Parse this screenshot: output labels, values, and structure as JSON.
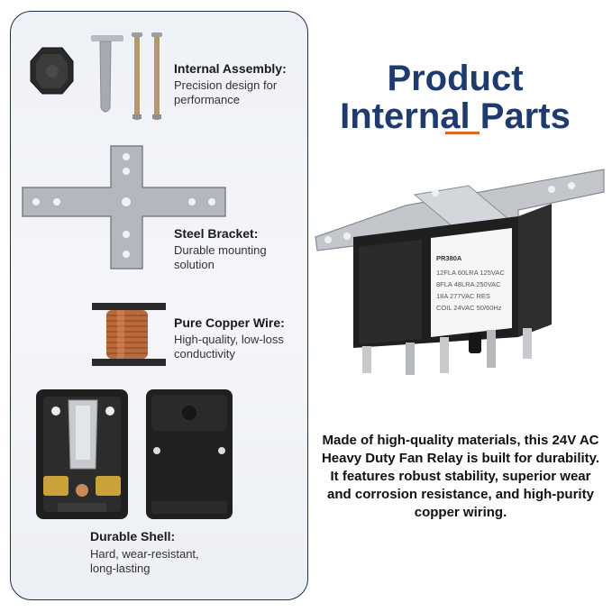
{
  "heading": {
    "line1": "Product",
    "line2": "Internal Parts"
  },
  "parts": [
    {
      "title": "Internal Assembly:",
      "desc": "Precision design for performance"
    },
    {
      "title": "Steel Bracket:",
      "desc": "Durable mounting solution"
    },
    {
      "title": "Pure Copper Wire:",
      "desc": "High-quality, low-loss conductivity"
    },
    {
      "title": "Durable Shell:",
      "desc": "Hard, wear-resistant, long-lasting"
    }
  ],
  "description": "Made of high-quality materials, this 24V AC Heavy Duty Fan Relay is built for durability. It features robust stability, superior wear and corrosion resistance, and high-purity copper wiring.",
  "relay_label": {
    "model": "PR380A",
    "lines": [
      "12FLA 60LRA 125VAC",
      "8FLA 48LRA 250VAC",
      "18A 277VAC RES",
      "COIL 24VAC 50/60Hz"
    ]
  },
  "colors": {
    "heading": "#1e3a6e",
    "accent": "#e0632a",
    "panel_border": "#1f2e4e"
  }
}
